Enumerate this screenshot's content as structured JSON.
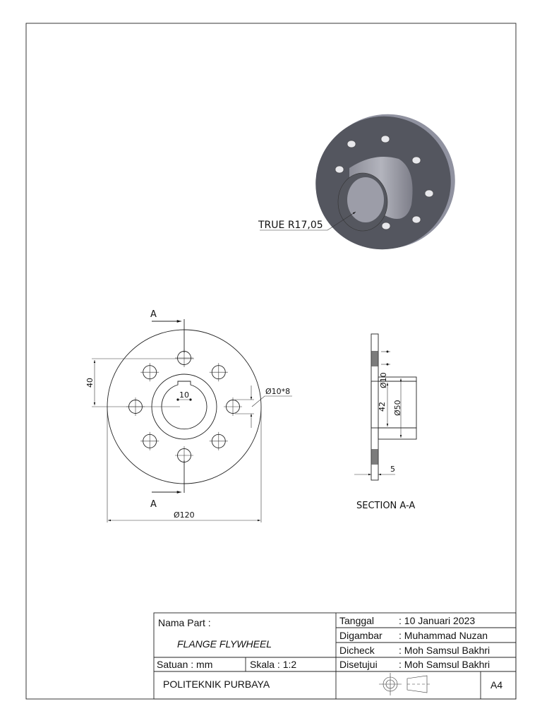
{
  "drawing": {
    "iso_view": {
      "callout": "TRUE R17,05",
      "body_color": "#54565f",
      "hub_color": "#9a9ba6"
    },
    "front_view": {
      "section_marker_top": "A",
      "section_marker_bottom": "A",
      "dim_bolt_offset": "40",
      "dim_keyway": "10",
      "dim_holes": "Ø10*8",
      "dim_outer": "Ø120"
    },
    "section_view": {
      "dim_pitch": "Ø10",
      "dim_bore": "42",
      "dim_hub": "Ø50",
      "dim_thickness": "5",
      "title": "SECTION A-A"
    }
  },
  "title_block": {
    "part_label": "Nama Part :",
    "part_name": "FLANGE FLYWHEEL",
    "unit": "Satuan : mm",
    "scale": "Skala : 1:2",
    "institution": "POLITEKNIK PURBAYA",
    "sheet_size": "A4",
    "rows": [
      {
        "label": "Tanggal",
        "value": ": 10 Januari 2023"
      },
      {
        "label": "Digambar",
        "value": ": Muhammad Nuzan"
      },
      {
        "label": "Dicheck",
        "value": ": Moh Samsul Bakhri"
      },
      {
        "label": "Disetujui",
        "value": ": Moh Samsul Bakhri"
      }
    ],
    "projection_symbol": "first-angle-projection-icon"
  }
}
